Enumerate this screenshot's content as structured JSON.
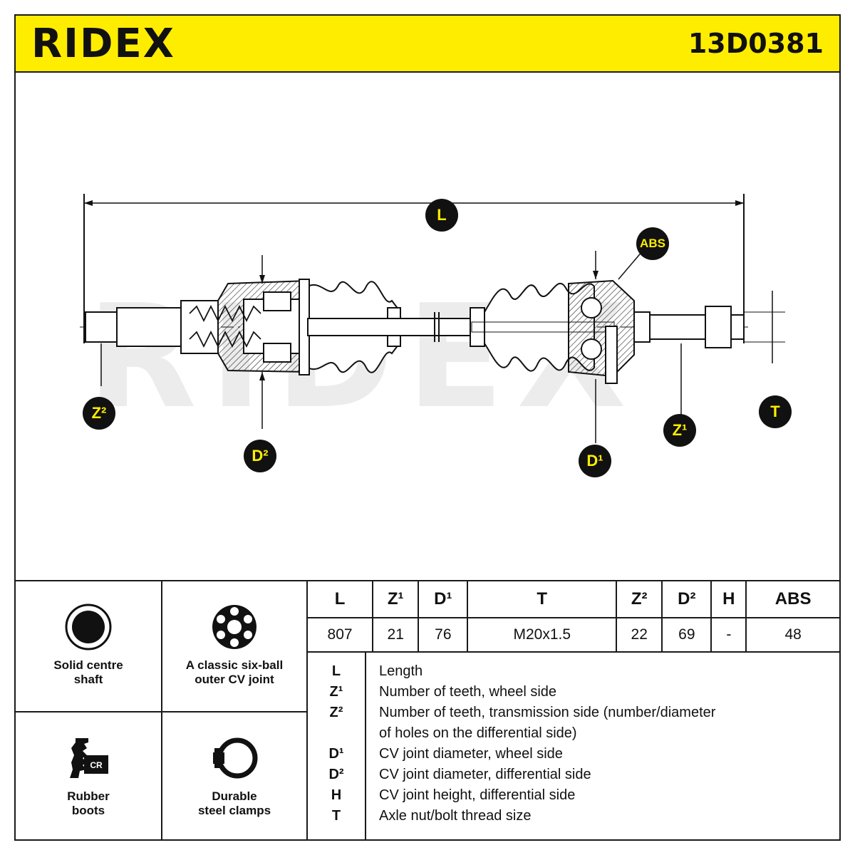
{
  "header": {
    "brand": "RIDEX",
    "part_number": "13D0381"
  },
  "drawing": {
    "watermark": "RIDEX",
    "callouts": {
      "L": "L",
      "ABS": "ABS",
      "Z2": "Z²",
      "D2": "D²",
      "D1": "D¹",
      "Z1": "Z¹",
      "T": "T"
    }
  },
  "features": [
    {
      "icon": "solid-shaft-icon",
      "label_line1": "Solid centre",
      "label_line2": "shaft"
    },
    {
      "icon": "six-ball-joint-icon",
      "label_line1": "A classic six-ball",
      "label_line2": "outer CV joint"
    },
    {
      "icon": "rubber-boot-icon",
      "label_line1": "Rubber",
      "label_line2": "boots",
      "badge": "CR"
    },
    {
      "icon": "steel-clamp-icon",
      "label_line1": "Durable",
      "label_line2": "steel clamps"
    }
  ],
  "specs": {
    "headers": [
      "L",
      "Z¹",
      "D¹",
      "T",
      "Z²",
      "D²",
      "H",
      "ABS"
    ],
    "values": [
      "807",
      "21",
      "76",
      "M20x1.5",
      "22",
      "69",
      "-",
      "48"
    ]
  },
  "legend": [
    {
      "key": "L",
      "text": "Length"
    },
    {
      "key": "Z¹",
      "text": "Number of teeth, wheel side"
    },
    {
      "key": "Z²",
      "text": "Number of teeth, transmission side (number/diameter"
    },
    {
      "key": "",
      "text": "of holes on the differential side)"
    },
    {
      "key": "D¹",
      "text": "CV joint diameter, wheel side"
    },
    {
      "key": "D²",
      "text": "CV joint diameter, differential side"
    },
    {
      "key": "H",
      "text": "CV joint height, differential side"
    },
    {
      "key": "T",
      "text": "Axle nut/bolt thread size"
    }
  ]
}
